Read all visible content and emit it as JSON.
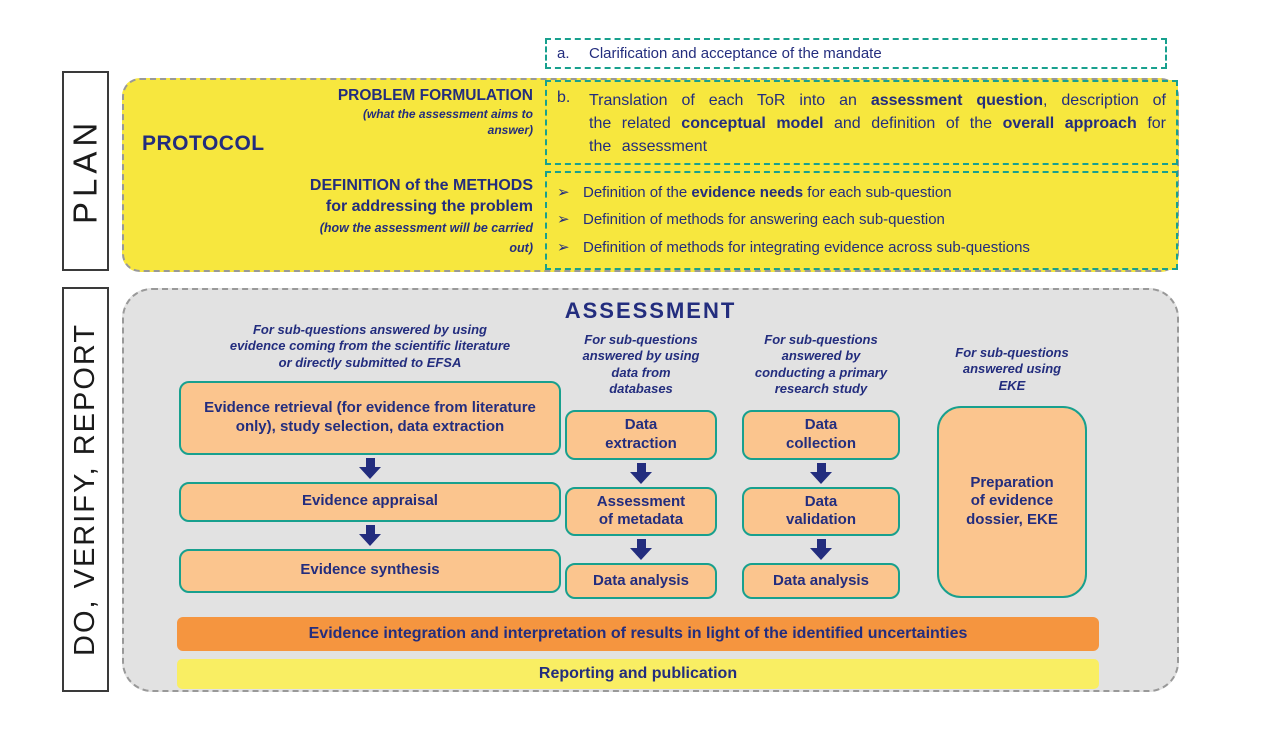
{
  "labels": {
    "plan": "PLAN",
    "do_verify_report": "DO, VERIFY, REPORT"
  },
  "colors": {
    "navy": "#232d7e",
    "yellow": "#f7e73e",
    "teal": "#18a08e",
    "peach": "#fbc58e",
    "orange": "#f5953f",
    "baryellow": "#f9ee63",
    "panelgray": "#e2e2e2"
  },
  "protocol": {
    "title": "PROTOCOL",
    "problem_formulation": {
      "title": "PROBLEM FORMULATION",
      "subtitle": "(what the assessment aims to answer)"
    },
    "definition_methods": {
      "bold": "DEFINITION of the METHODS for addressing the problem ",
      "italic": "(how the assessment will be carried out)"
    }
  },
  "mandate_box": {
    "label": "a.",
    "text": "Clarification and acceptance of the mandate"
  },
  "translation_box": {
    "label": "b.",
    "seg0": "Translation of each ToR into an ",
    "seg1": "assessment question",
    "seg2": ", description of the related ",
    "seg3": "conceptual model",
    "seg4": " and definition of the ",
    "seg5": "overall approach",
    "seg6": " for the assessment"
  },
  "definition_list": {
    "bullet": "➢",
    "item1_pre": "Definition of the ",
    "item1_bold": "evidence needs",
    "item1_post": " for each sub-question",
    "item2": "Definition of methods for answering each sub-question",
    "item3": "Definition of methods for integrating evidence across sub-questions"
  },
  "assessment": {
    "title": "ASSESSMENT",
    "columns": [
      {
        "header": "For sub-questions answered by using\nevidence coming from the scientific literature\nor directly submitted to EFSA",
        "boxes": [
          "Evidence retrieval (for evidence from literature only), study selection, data extraction",
          "Evidence appraisal",
          "Evidence synthesis"
        ]
      },
      {
        "header": "For sub-questions\nanswered by using\ndata from\ndatabases",
        "boxes": [
          "Data\nextraction",
          "Assessment\nof metadata",
          "Data analysis"
        ]
      },
      {
        "header": "For sub-questions\nanswered by\nconducting a primary\nresearch study",
        "boxes": [
          "Data\ncollection",
          "Data\nvalidation",
          "Data analysis"
        ]
      },
      {
        "header": "For sub-questions\nanswered using\nEKE",
        "boxes": [
          "Preparation\nof evidence\ndossier, EKE"
        ]
      }
    ],
    "integration_bar": "Evidence integration and interpretation of results in light of the identified uncertainties",
    "reporting_bar": "Reporting and publication"
  }
}
